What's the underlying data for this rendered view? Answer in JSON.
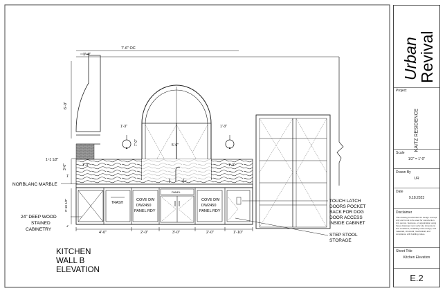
{
  "drawing": {
    "title": [
      "KITCHEN",
      "WALL B",
      "ELEVATION"
    ],
    "dims": {
      "oc": "7'-6\" OC",
      "hood_w": "1'-4\"",
      "hood_h": "6'-0\"",
      "hood_side": "1'-1 1/2\"",
      "counter_h": "3'-0\"",
      "sconce_l": "1'-3\"",
      "sconce_r": "1'-3\"",
      "window_h": "7'-0\"",
      "window_mid": "5'-6\"",
      "backsplash_l": "1'-3\"",
      "backsplash_r": "1'-3\"",
      "counter_left": "1'",
      "sink_w": "1'-0\"",
      "cab_h": "2'-10 1/2\"",
      "bottom": [
        "4'-0\"",
        "2'-0\"",
        "3'-0\"",
        "2'-0\"",
        "1'-10\""
      ],
      "toe": "4\""
    },
    "cabinet_labels": {
      "trash": "TRASH",
      "dw_left": [
        "COVE DW",
        "DW2450",
        "PANEL RDY"
      ],
      "panel": "PANEL",
      "dw_right": [
        "COVE DW",
        "DW2450",
        "PANEL RDY"
      ]
    },
    "callouts": {
      "marble": "NORBLANC MARBLE",
      "cabinetry": [
        "24\" DEEP WOOD",
        "STAINED",
        "CABINETRY"
      ],
      "touch_latch": [
        "TOUCH LATCH",
        "DOORS POCKET",
        "BACK FOR DOG",
        "DOOR ACCESS",
        "INSIDE CABINET"
      ],
      "step_stool": [
        "STEP STOOL",
        "STORAGE"
      ]
    }
  },
  "title_block": {
    "logo": [
      "Urban",
      "Revival"
    ],
    "project_label": "Project",
    "project": "KAITZ RESIDENCE",
    "scale_label": "Scale",
    "scale": "1/2\" = 1'-0\"",
    "drawn_label": "Drawn By",
    "drawn": "UR",
    "date_label": "Date",
    "date": "9.18.2023",
    "disclaimer_label": "Disclaimer",
    "disclaimer": "This drawing is submitted for design concept only and is not to be used for construction. Any person, business, or organization using these drawings must verify site dimensions and conditions, suitability of the design, and materials, structural, mechanical, and compliance with building codes.",
    "sheet_title_label": "Sheet Title",
    "sheet_title": "Kitchen Elevation",
    "sheet_no": "E.2"
  }
}
